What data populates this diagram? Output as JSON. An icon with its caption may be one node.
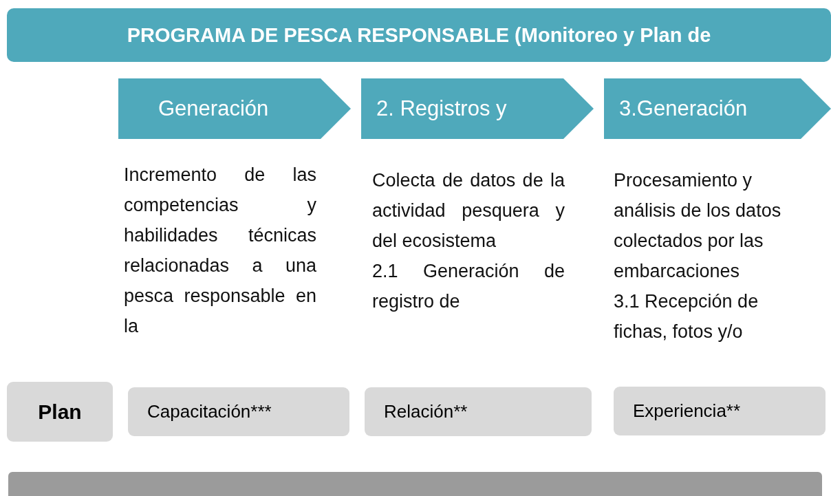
{
  "diagram": {
    "nodes": [
      {
        "text": [
          "PROGRAMA DE PESCA RESPONSABLE (Monitoreo y Plan de"
        ]
      },
      {
        "text": [
          "Generación"
        ],
        "beside": [
          "Incremento de las competencias y habilidades técnicas relacionadas a una pesca responsable en la"
        ]
      },
      {
        "text": [
          "2. Registros y"
        ],
        "beside": [
          "Colecta de datos de la actividad pesquera y del ecosistema",
          "2.1 Generación de registro de"
        ]
      },
      {
        "text": [
          "3.Generación"
        ],
        "beside": [
          "Procesamiento y análisis de los datos colectados por las embarcaciones",
          "3.1 Recepción de fichas, fotos y/o"
        ]
      },
      {
        "text": [
          "Plan"
        ]
      },
      {
        "text": [
          "Capacitación***"
        ]
      },
      {
        "text": [
          "Relación**"
        ]
      },
      {
        "text": [
          "Experiencia**"
        ]
      },
      {
        "text": [],
        "shape": "bar"
      }
    ]
  }
}
